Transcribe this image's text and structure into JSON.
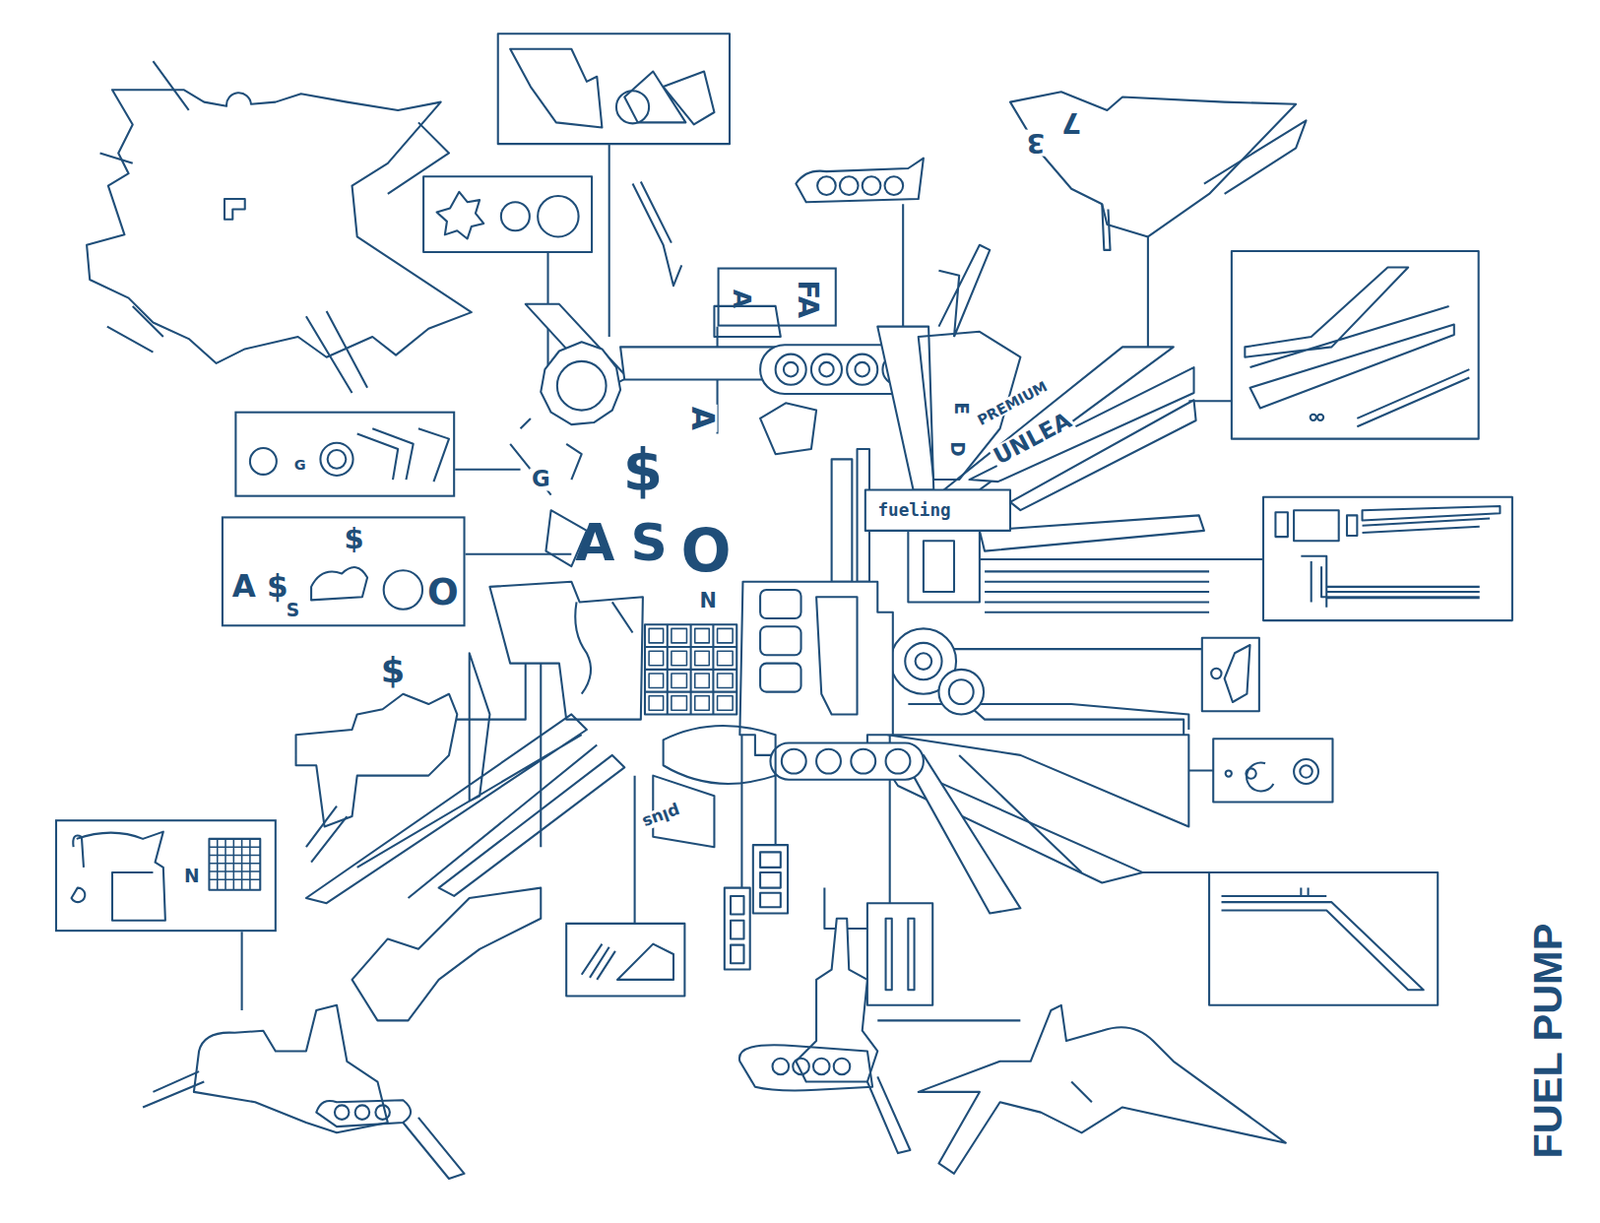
{
  "diagram": {
    "title": "FUEL PUMP",
    "nodes": [
      {
        "text": [
          "G"
        ]
      },
      {
        "text": [
          "A",
          "$",
          "$",
          "S",
          "O"
        ]
      },
      {
        "text": [
          "FA",
          "A"
        ]
      },
      {
        "text": [
          "N"
        ]
      }
    ],
    "labels": [
      "$",
      "A",
      "S",
      "O",
      "N",
      "G",
      "fueling",
      "PREMIUM",
      "UNLEA",
      "plus",
      "A",
      "E",
      "D",
      "3",
      "7",
      "$"
    ]
  }
}
